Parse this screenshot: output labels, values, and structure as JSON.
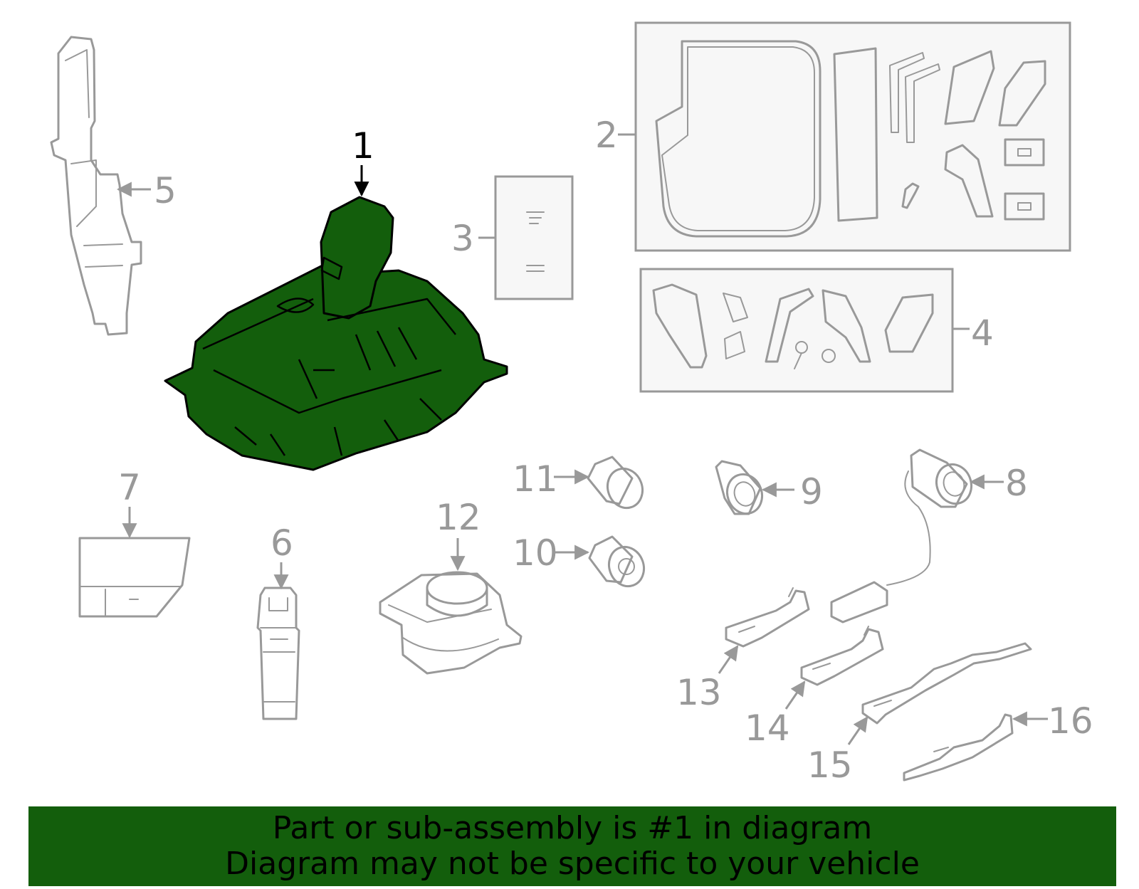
{
  "diagram": {
    "callouts": {
      "c1": "1",
      "c2": "2",
      "c3": "3",
      "c4": "4",
      "c5": "5",
      "c6": "6",
      "c7": "7",
      "c8": "8",
      "c9": "9",
      "c10": "10",
      "c11": "11",
      "c12": "12",
      "c13": "13",
      "c14": "14",
      "c15": "15",
      "c16": "16"
    },
    "highlighted_part": "1"
  },
  "banner": {
    "line1": "Part or sub-assembly is #1 in diagram",
    "line2": "Diagram may not be specific to your vehicle"
  },
  "colors": {
    "highlight": "#135e0c",
    "part_stroke": "#999999",
    "active_label": "#000000"
  }
}
